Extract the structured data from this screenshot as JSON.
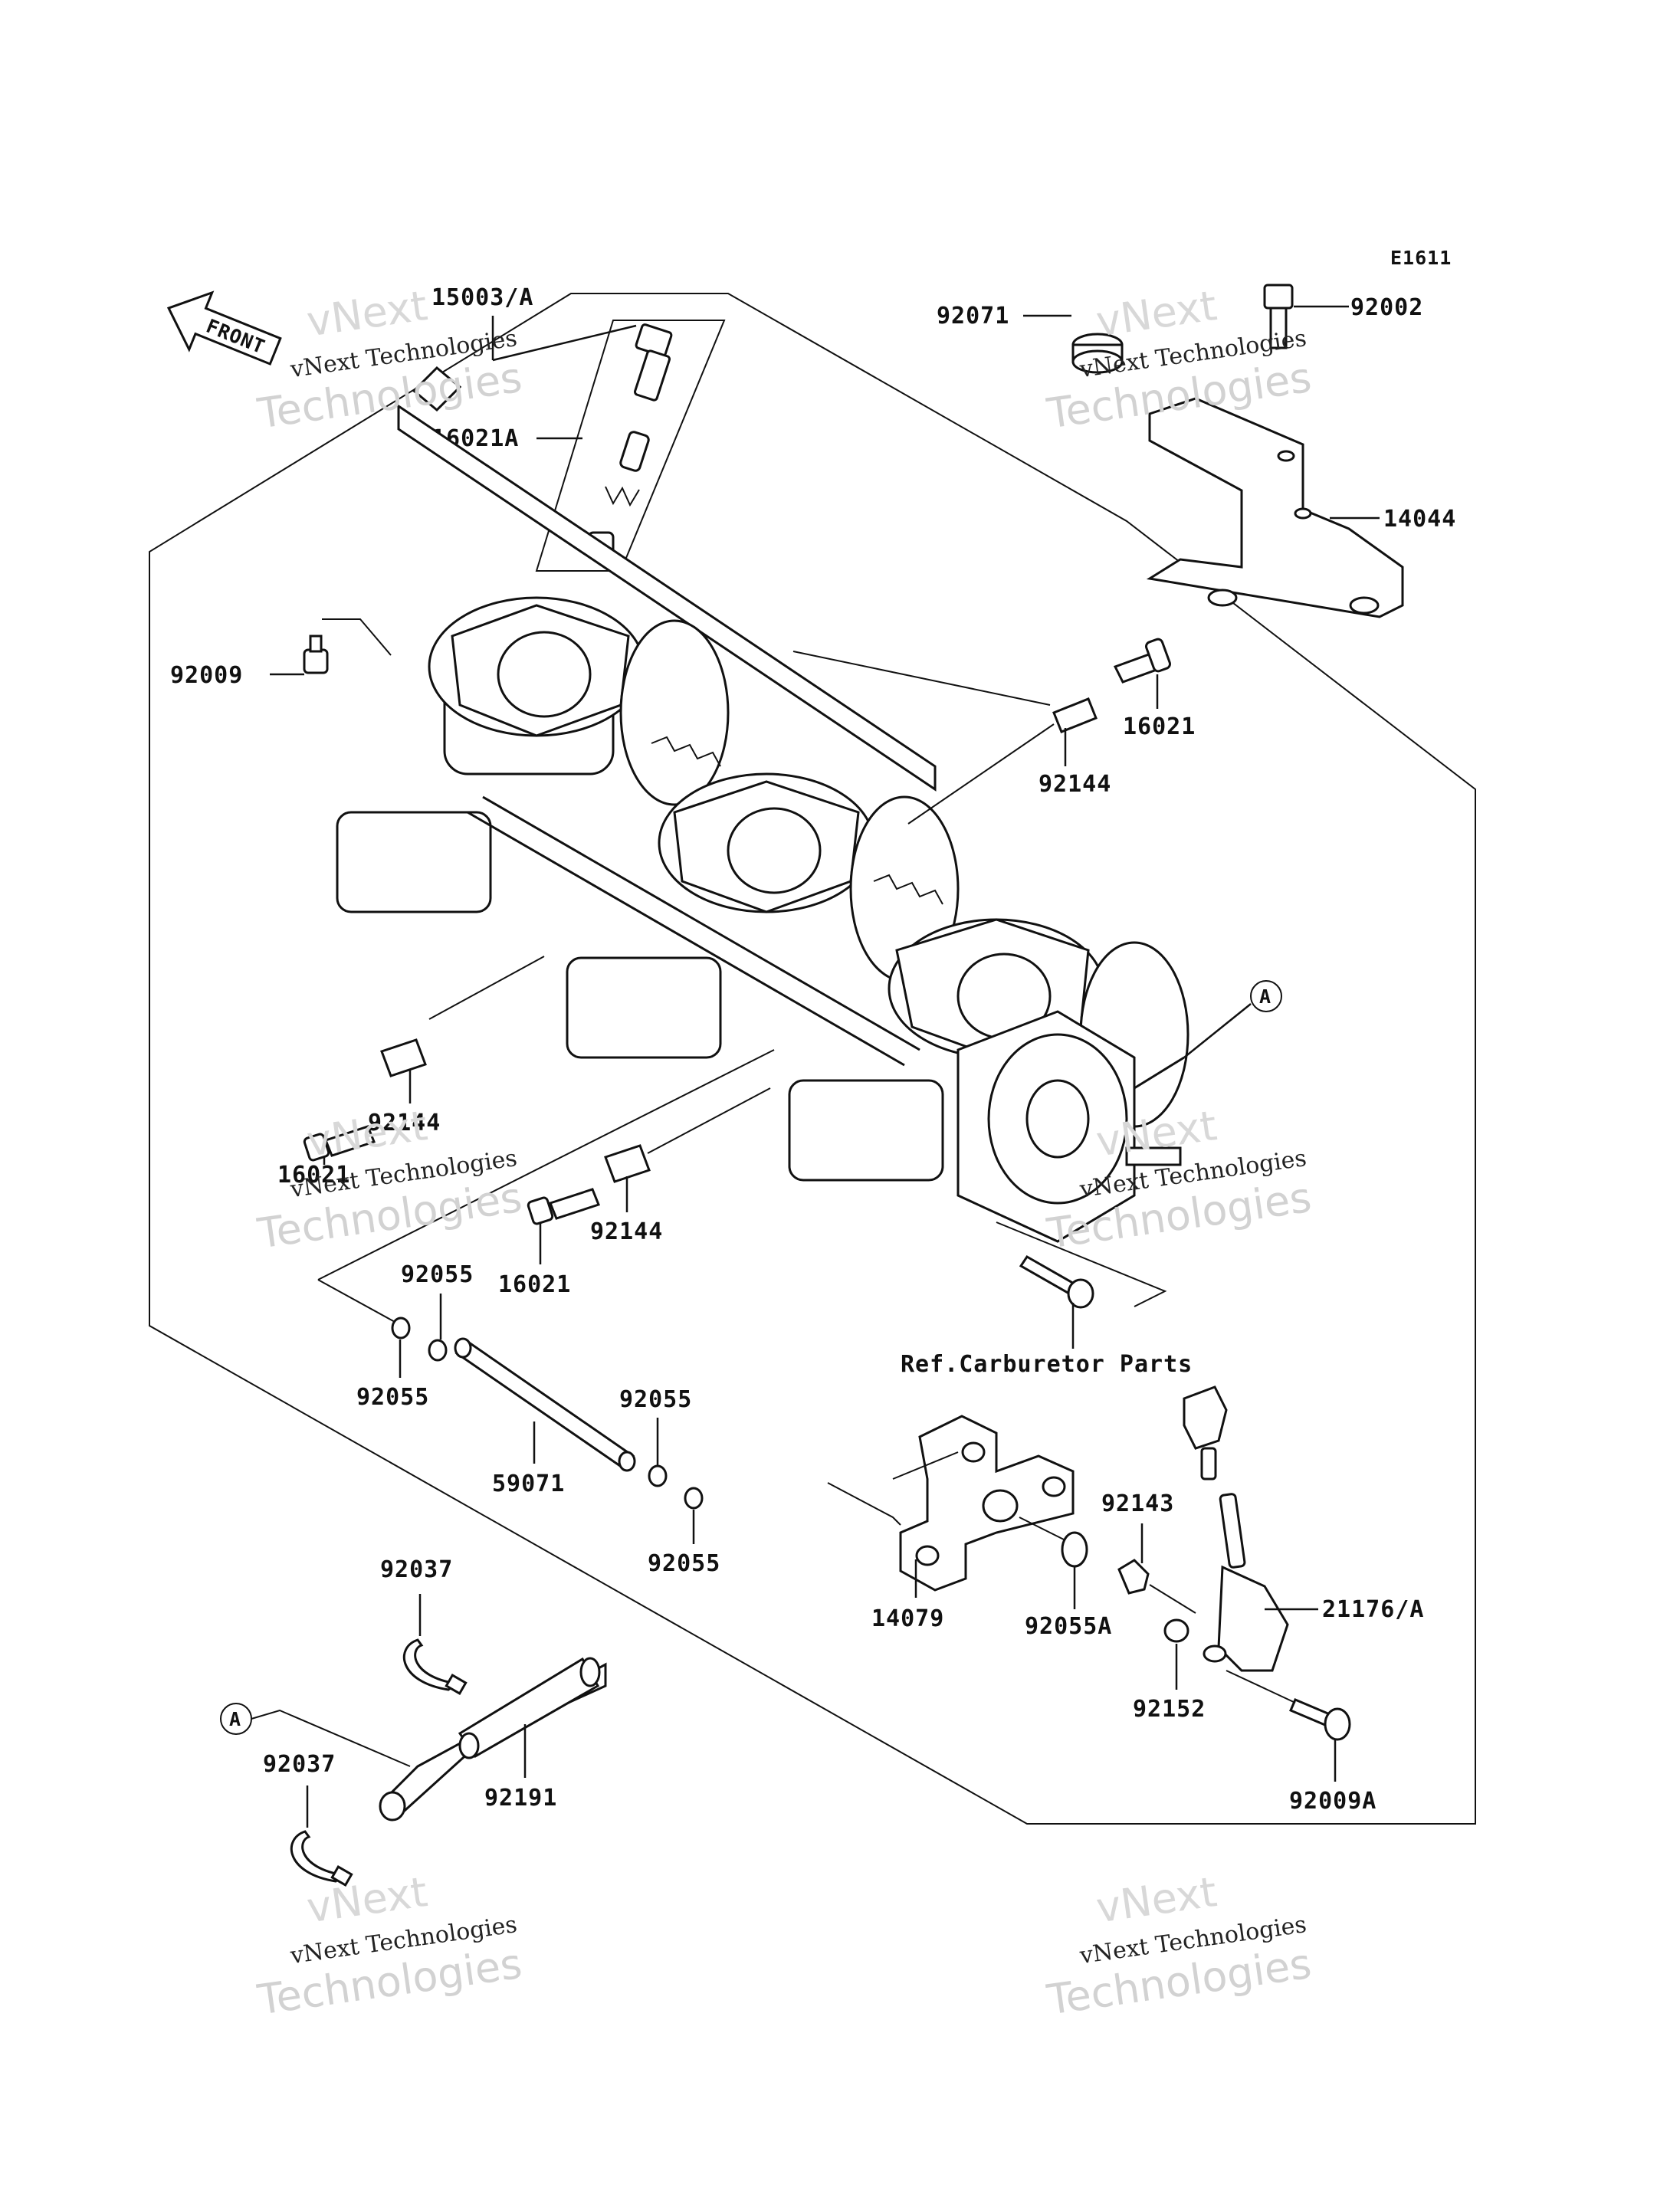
{
  "diagram_code": "E1611",
  "front_label": "FRONT",
  "reference_label": "Ref.Carburetor Parts",
  "callout_letter": "A",
  "watermark": {
    "brand": "vNext",
    "line1": "vNext Technologies",
    "line2": "Technologies"
  },
  "parts": [
    {
      "id": "p1",
      "number": "15003/A"
    },
    {
      "id": "p2",
      "number": "16021A"
    },
    {
      "id": "p3",
      "number": "92009"
    },
    {
      "id": "p4",
      "number": "92071"
    },
    {
      "id": "p5",
      "number": "92002"
    },
    {
      "id": "p6",
      "number": "14044"
    },
    {
      "id": "p7",
      "number": "16021"
    },
    {
      "id": "p8",
      "number": "92144"
    },
    {
      "id": "p9",
      "number": "92144"
    },
    {
      "id": "p10",
      "number": "16021"
    },
    {
      "id": "p11",
      "number": "92144"
    },
    {
      "id": "p12",
      "number": "16021"
    },
    {
      "id": "p13",
      "number": "92055"
    },
    {
      "id": "p14",
      "number": "92055"
    },
    {
      "id": "p15",
      "number": "92055"
    },
    {
      "id": "p16",
      "number": "59071"
    },
    {
      "id": "p17",
      "number": "92055"
    },
    {
      "id": "p18",
      "number": "92037"
    },
    {
      "id": "p19",
      "number": "92037"
    },
    {
      "id": "p20",
      "number": "92191"
    },
    {
      "id": "p21",
      "number": "14079"
    },
    {
      "id": "p22",
      "number": "92055A"
    },
    {
      "id": "p23",
      "number": "92143"
    },
    {
      "id": "p24",
      "number": "21176/A"
    },
    {
      "id": "p25",
      "number": "92152"
    },
    {
      "id": "p26",
      "number": "92009A"
    }
  ]
}
